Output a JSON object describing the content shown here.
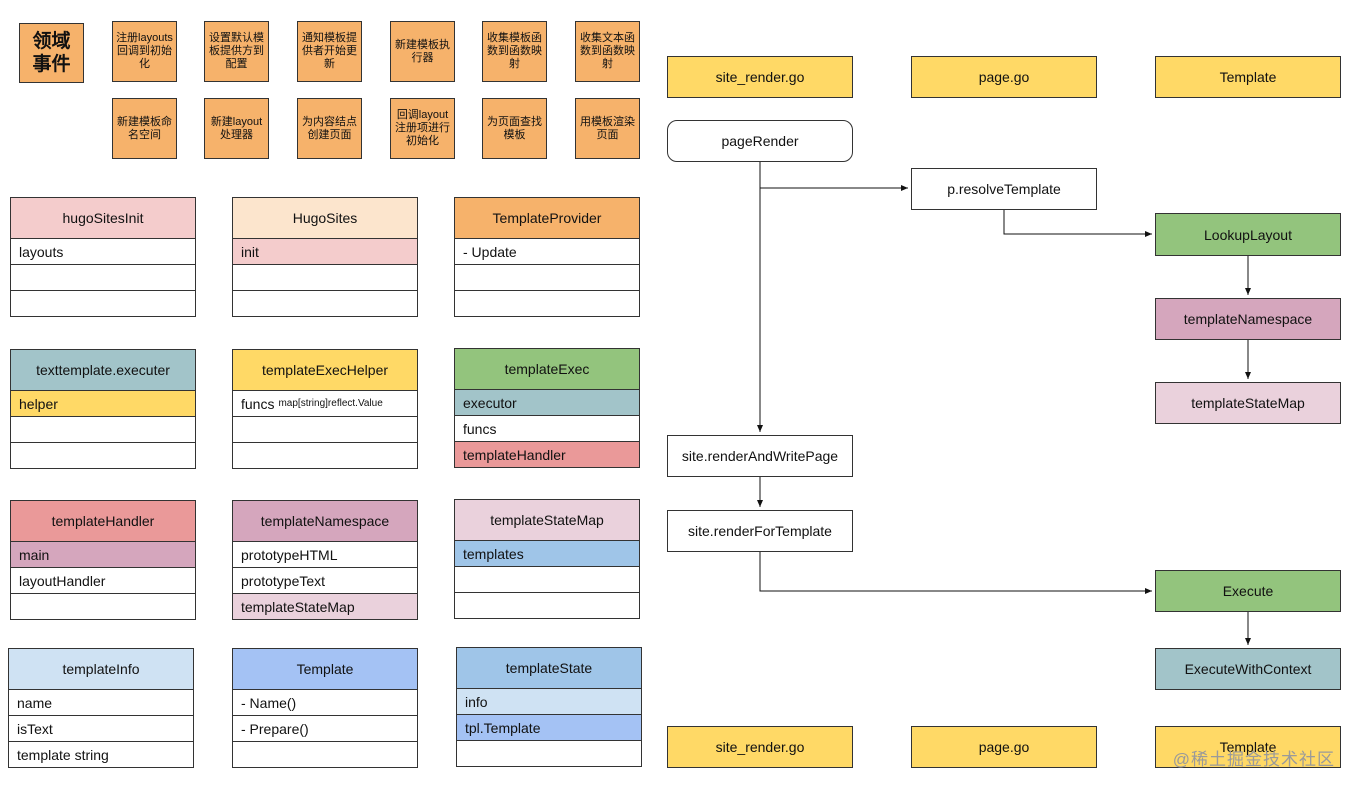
{
  "events": {
    "title": "领域事件",
    "row1": [
      "注册layouts回调到初始化",
      "设置默认模板提供方到配置",
      "通知模板提供者开始更新",
      "新建模板执行器",
      "收集模板函数到函数映射",
      "收集文本函数到函数映射"
    ],
    "row2": [
      "新建模板命名空间",
      "新建layout处理器",
      "为内容结点创建页面",
      "回调layout注册项进行初始化",
      "为页面查找模板",
      "用模板渲染页面"
    ]
  },
  "classes": {
    "hugoSitesInit": {
      "name": "hugoSitesInit",
      "rows": [
        "layouts",
        "",
        ""
      ]
    },
    "hugoSites": {
      "name": "HugoSites",
      "rows": [
        "init",
        "",
        ""
      ]
    },
    "templateProvider": {
      "name": "TemplateProvider",
      "rows": [
        "- Update",
        "",
        ""
      ]
    },
    "texttemplateExecuter": {
      "name": "texttemplate.executer",
      "rows": [
        "helper",
        "",
        ""
      ]
    },
    "templateExecHelper": {
      "name": "templateExecHelper",
      "rows": [
        "funcs",
        "",
        ""
      ],
      "funcs_type": "map[string]reflect.Value"
    },
    "templateExec": {
      "name": "templateExec",
      "rows": [
        "executor",
        "funcs",
        "templateHandler"
      ]
    },
    "templateHandler": {
      "name": "templateHandler",
      "rows": [
        "main",
        "layoutHandler",
        ""
      ]
    },
    "templateNamespace": {
      "name": "templateNamespace",
      "rows": [
        "prototypeHTML",
        "prototypeText",
        "templateStateMap"
      ]
    },
    "templateStateMap": {
      "name": "templateStateMap",
      "rows": [
        "templates",
        "",
        ""
      ]
    },
    "templateInfo": {
      "name": "templateInfo",
      "rows": [
        "name",
        "isText",
        "template string"
      ]
    },
    "template": {
      "name": "Template",
      "rows": [
        "- Name()",
        "- Prepare()",
        ""
      ]
    },
    "templateState": {
      "name": "templateState",
      "rows": [
        "info",
        "tpl.Template",
        ""
      ]
    }
  },
  "flow": {
    "lanes": [
      "site_render.go",
      "page.go",
      "Template"
    ],
    "pageRender": "pageRender",
    "resolveTemplate": "p.resolveTemplate",
    "lookupLayout": "LookupLayout",
    "templateNamespace": "templateNamespace",
    "templateStateMap": "templateStateMap",
    "renderAndWritePage": "site.renderAndWritePage",
    "renderForTemplate": "site.renderForTemplate",
    "execute": "Execute",
    "executeWithContext": "ExecuteWithContext"
  },
  "watermark": "@稀土掘金技术社区",
  "colors": {
    "orange": "#f6b26b",
    "yellow": "#ffd966",
    "green": "#93c47d",
    "teal": "#a2c4c9",
    "pink": "#f4cccc",
    "peach": "#fce5cd",
    "red": "#ea9999",
    "mauve": "#d5a6bd",
    "lightMauve": "#ead1dc",
    "blue": "#a4c2f4",
    "lightBlue": "#9fc5e8",
    "paleBlue": "#cfe2f3"
  }
}
